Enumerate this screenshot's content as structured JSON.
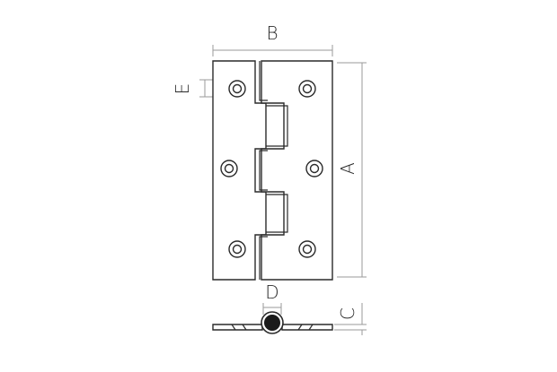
{
  "dimension_labels": {
    "a": "A",
    "b": "B",
    "c": "C",
    "d": "D",
    "e": "E"
  },
  "colors": {
    "line": "#2a2a2a",
    "dimension_line": "#9a9a9a",
    "pin": "#1b1b1b",
    "background": "#ffffff"
  }
}
